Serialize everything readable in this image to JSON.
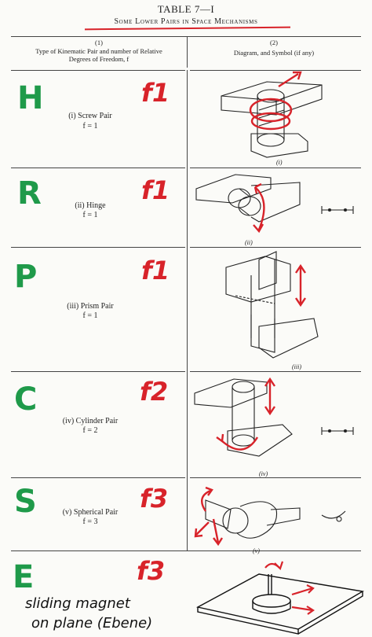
{
  "table": {
    "title": "TABLE 7—I",
    "subtitle": "Some Lower Pairs in Space Mechanisms",
    "col1": {
      "number": "(1)",
      "heading_line1": "Type of Kinematic Pair and number of Relative",
      "heading_line2": "Degrees of Freedom, f"
    },
    "col2": {
      "number": "(2)",
      "heading": "Diagram, and Symbol (if any)"
    }
  },
  "rows": [
    {
      "letter": "H",
      "f_mark": "f1",
      "name": "(i) Screw Pair",
      "dof": "f = 1",
      "caption": "(i)"
    },
    {
      "letter": "R",
      "f_mark": "f1",
      "name": "(ii) Hinge",
      "dof": "f = 1",
      "caption": "(ii)"
    },
    {
      "letter": "P",
      "f_mark": "f1",
      "name": "(iii) Prism Pair",
      "dof": "f = 1",
      "caption": "(iii)"
    },
    {
      "letter": "C",
      "f_mark": "f2",
      "name": "(iv) Cylinder Pair",
      "dof": "f = 2",
      "caption": "(iv)"
    },
    {
      "letter": "S",
      "f_mark": "f3",
      "name": "(v) Spherical Pair",
      "dof": "f = 3",
      "caption": "(v)"
    },
    {
      "letter": "E",
      "f_mark": "f3",
      "note_line1": "sliding magnet",
      "note_line2": "on plane (Ebene)"
    }
  ],
  "colors": {
    "annotation_red": "#d8232a",
    "annotation_green": "#1f9a4a",
    "ink": "#222222"
  }
}
